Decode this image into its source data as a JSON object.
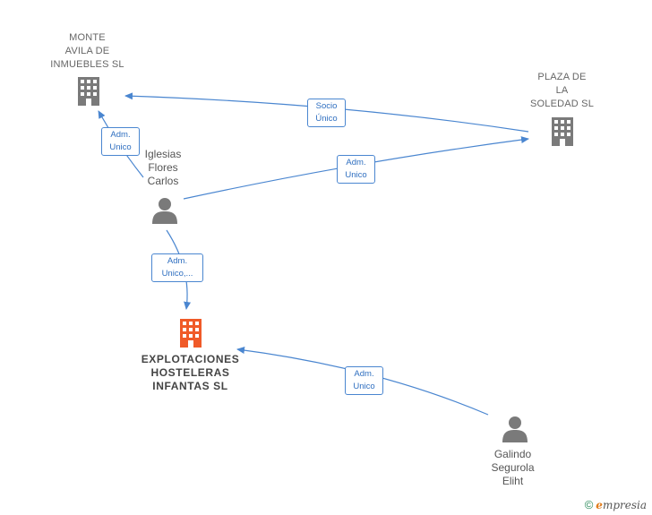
{
  "colors": {
    "edge": "#4a86d0",
    "company": "#7a7a7a",
    "main_company": "#f05a28",
    "person": "#7a7a7a"
  },
  "nodes": {
    "monte_avila": {
      "label": "MONTE\nAVILA DE\nINMUEBLES SL",
      "icon": "building-icon"
    },
    "plaza_soledad": {
      "label": "PLAZA DE\nLA\nSOLEDAD  SL",
      "icon": "building-icon"
    },
    "explotaciones": {
      "label": "EXPLOTACIONES\nHOSTELERAS\nINFANTAS  SL",
      "icon": "building-icon"
    },
    "iglesias": {
      "label": "Iglesias\nFlores\nCarlos",
      "icon": "person-icon"
    },
    "galindo": {
      "label": "Galindo\nSegurola\nEliht",
      "icon": "person-icon"
    }
  },
  "edges": [
    {
      "id": "plaza-to-monte",
      "label": "Socio\nÚnico"
    },
    {
      "id": "iglesias-to-monte",
      "label": "Adm.\nUnico"
    },
    {
      "id": "iglesias-to-plaza",
      "label": "Adm.\nUnico"
    },
    {
      "id": "iglesias-to-explotaciones",
      "label": "Adm.\nUnico,..."
    },
    {
      "id": "galindo-to-explotaciones",
      "label": "Adm.\nUnico"
    }
  ],
  "footer": {
    "copyright": "©",
    "brand_first": "e",
    "brand_rest": "mpresia"
  }
}
